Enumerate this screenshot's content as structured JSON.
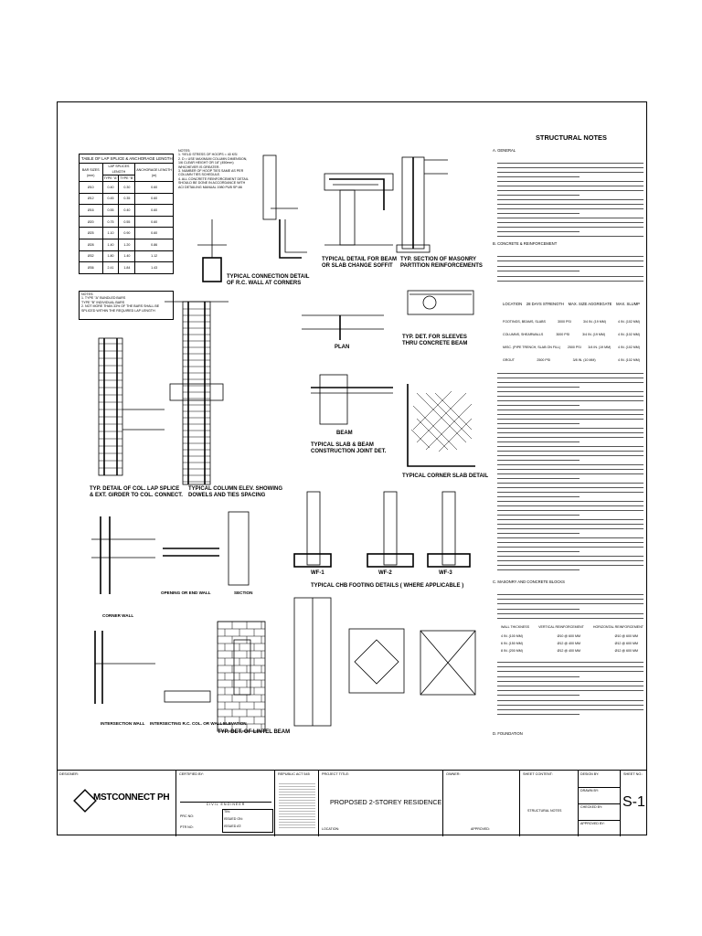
{
  "lap_table": {
    "title": "TABLE OF LAP SPLICE & ANCHORAGE LENGTH",
    "col_bar": "BAR SIZES (mm)",
    "col_lap": "LAP SPLICES LENGTH",
    "col_type_a": "TYPE \"A\"",
    "col_type_b": "TYPE \"B\"",
    "col_anchor": "ANCHORAGE LENGTH (m)",
    "rows": [
      [
        "Ø10",
        "0.40",
        "0.30",
        "0.60"
      ],
      [
        "Ø12",
        "0.45",
        "0.35",
        "0.60"
      ],
      [
        "Ø16",
        "0.55",
        "0.40",
        "0.60"
      ],
      [
        "Ø20",
        "0.75",
        "0.55",
        "0.60"
      ],
      [
        "Ø25",
        "1.10",
        "0.90",
        "0.60"
      ],
      [
        "Ø28",
        "1.40",
        "1.20",
        "0.86"
      ],
      [
        "Ø32",
        "1.80",
        "1.40",
        "1.12"
      ],
      [
        "Ø36",
        "2.41",
        "1.84",
        "1.43"
      ]
    ],
    "notes_title": "NOTES:",
    "notes": [
      "1. TYPE \"A\" BUNDLED BARS",
      "   TYPE \"B\" INDIVIDUAL BARS",
      "2. NOT MORE THAN 33% OF THE BARS SHALL BE",
      "   SPLICED WITHIN THE REQUIRED LAP LENGTH"
    ]
  },
  "col_notes": {
    "title": "NOTES:",
    "items": [
      "1. YIELD STRESS OF HOOPS = 40 KSI",
      "2. D = USE MAXIMUM COLUMN DIMENSION,",
      "   1/6 CLEAR HEIGHT OR 18\" (450mm)",
      "   WHICHEVER IS GREATER.",
      "3. NUMBER OF HOOP TIES SAME AS PER",
      "   COLUMN TIES SCHEDULE.",
      "4. ALL CONCRETE REINFORCEMENT DETAIL",
      "   SHOULD BE DONE IN ACCORDANCE WITH",
      "   ACI DETAILING MANUAL 1980 PUB SP-66"
    ]
  },
  "drawing_titles": {
    "connection": [
      "TYPICAL CONNECTION DETAIL",
      "OF R.C. WALL AT CORNERS"
    ],
    "beam_slab": [
      "TYPICAL DETAIL FOR BEAM",
      "OR SLAB CHANGE SOFFIT"
    ],
    "masonry": [
      "TYP. SECTION OF MASONRY",
      "PARTITION REINFORCEMENTS"
    ],
    "plan": "PLAN",
    "beam": "BEAM",
    "sleeves": [
      "TYP. DET. FOR SLEEVES",
      "THRU CONCRETE BEAM"
    ],
    "slab_joint": [
      "TYPICAL SLAB & BEAM",
      "CONSTRUCTION JOINT DET."
    ],
    "corner_slab": "TYPICAL CORNER SLAB DETAIL",
    "lap_splice": [
      "TYP. DETAIL OF COL. LAP SPLICE",
      "& EXT. GIRDER TO COL. CONNECT."
    ],
    "column_elev": [
      "TYPICAL COLUMN ELEV. SHOWING",
      "DOWELS AND TIES SPACING"
    ],
    "chb_footing": "TYPICAL CHB FOOTING DETAILS ( WHERE APPLICABLE )",
    "wf1": "WF-1",
    "wf2": "WF-2",
    "wf3": "WF-3",
    "opening": "OPENING OR END WALL",
    "section": "SECTION",
    "corner_wall": "CORNER WALL",
    "intersection_wall": "INTERSECTION WALL",
    "intersecting_col": "INTERSECTING R.C. COL. OR WALL",
    "elevation": "ELEVATION",
    "lintel": "TYP. DET. OF LINTEL BEAM"
  },
  "structural_notes": {
    "title": "STRUCTURAL NOTES",
    "a": "A. GENERAL",
    "b": "B. CONCRETE & REINFORCEMENT",
    "table_head": [
      "LOCATION",
      "28 DAYS STRENGTH",
      "MAX. SIZE AGGREGATE",
      "MAX. SLUMP"
    ],
    "table_rows": [
      [
        "FOOTINGS, BEAMS, SLABS",
        "3000 PSI",
        "3/4 IN. (19 MM)",
        "4 IN. (102 MM)"
      ],
      [
        "COLUMNS, SHEARWALLS",
        "3000 PSI",
        "3/4 IN. (19 MM)",
        "4 IN. (102 MM)"
      ],
      [
        "MISC. (PIPE TRENCH, SLAB ON FILL)",
        "2500 PSI",
        "3/4 IN. (19 MM)",
        "4 IN. (102 MM)"
      ],
      [
        "GROUT",
        "2500 PSI",
        "3/8 IN. (10 MM)",
        "4 IN. (102 MM)"
      ]
    ],
    "c": "C. MASONRY AND CONCRETE BLOCKS",
    "wall_head": [
      "WALL THICKNESS",
      "VERTICAL REINFORCEMENT",
      "HORIZONTAL REINFORCEMENT"
    ],
    "wall_rows": [
      [
        "4 IN. (100 MM)",
        "Ø10 @ 600 MM",
        "Ø10 @ 600 MM"
      ],
      [
        "6 IN. (150 MM)",
        "Ø12 @ 400 MM",
        "Ø12 @ 600 MM"
      ],
      [
        "8 IN. (200 MM)",
        "Ø12 @ 400 MM",
        "Ø12 @ 600 MM"
      ]
    ],
    "d": "D. FOUNDATION"
  },
  "title_block": {
    "designer_label": "DESIGNER:",
    "logo_text": "MSTCONNECT PH",
    "certified_label": "CERTIFIED BY:",
    "civil_engineer": "CIVIL ENGINEER",
    "prc_label": "PRC NO:",
    "ptr_label": "PTR NO:",
    "tin_label": "TIN:",
    "issued_on": "ISSUED ON:",
    "issued_at": "ISSUED AT:",
    "ra_label": "REPUBLIC ACT 545",
    "project_label": "PROJECT TITLE:",
    "project_title": "PROPOSED 2-STOREY RESIDENCE",
    "location_label": "LOCATION:",
    "owner_label": "OWNER:",
    "approved": "APPROVED:",
    "sheet_contents_label": "SHEET CONTENT:",
    "sheet_contents": "STRUCTURAL NOTES",
    "design_label": "DESIGN BY:",
    "drawn_label": "DRAWN BY:",
    "checked_label": "CHECKED BY:",
    "approved_label": "APPROVED BY:",
    "sheet_no_label": "SHEET NO.:",
    "sheet_no": "S-1"
  }
}
